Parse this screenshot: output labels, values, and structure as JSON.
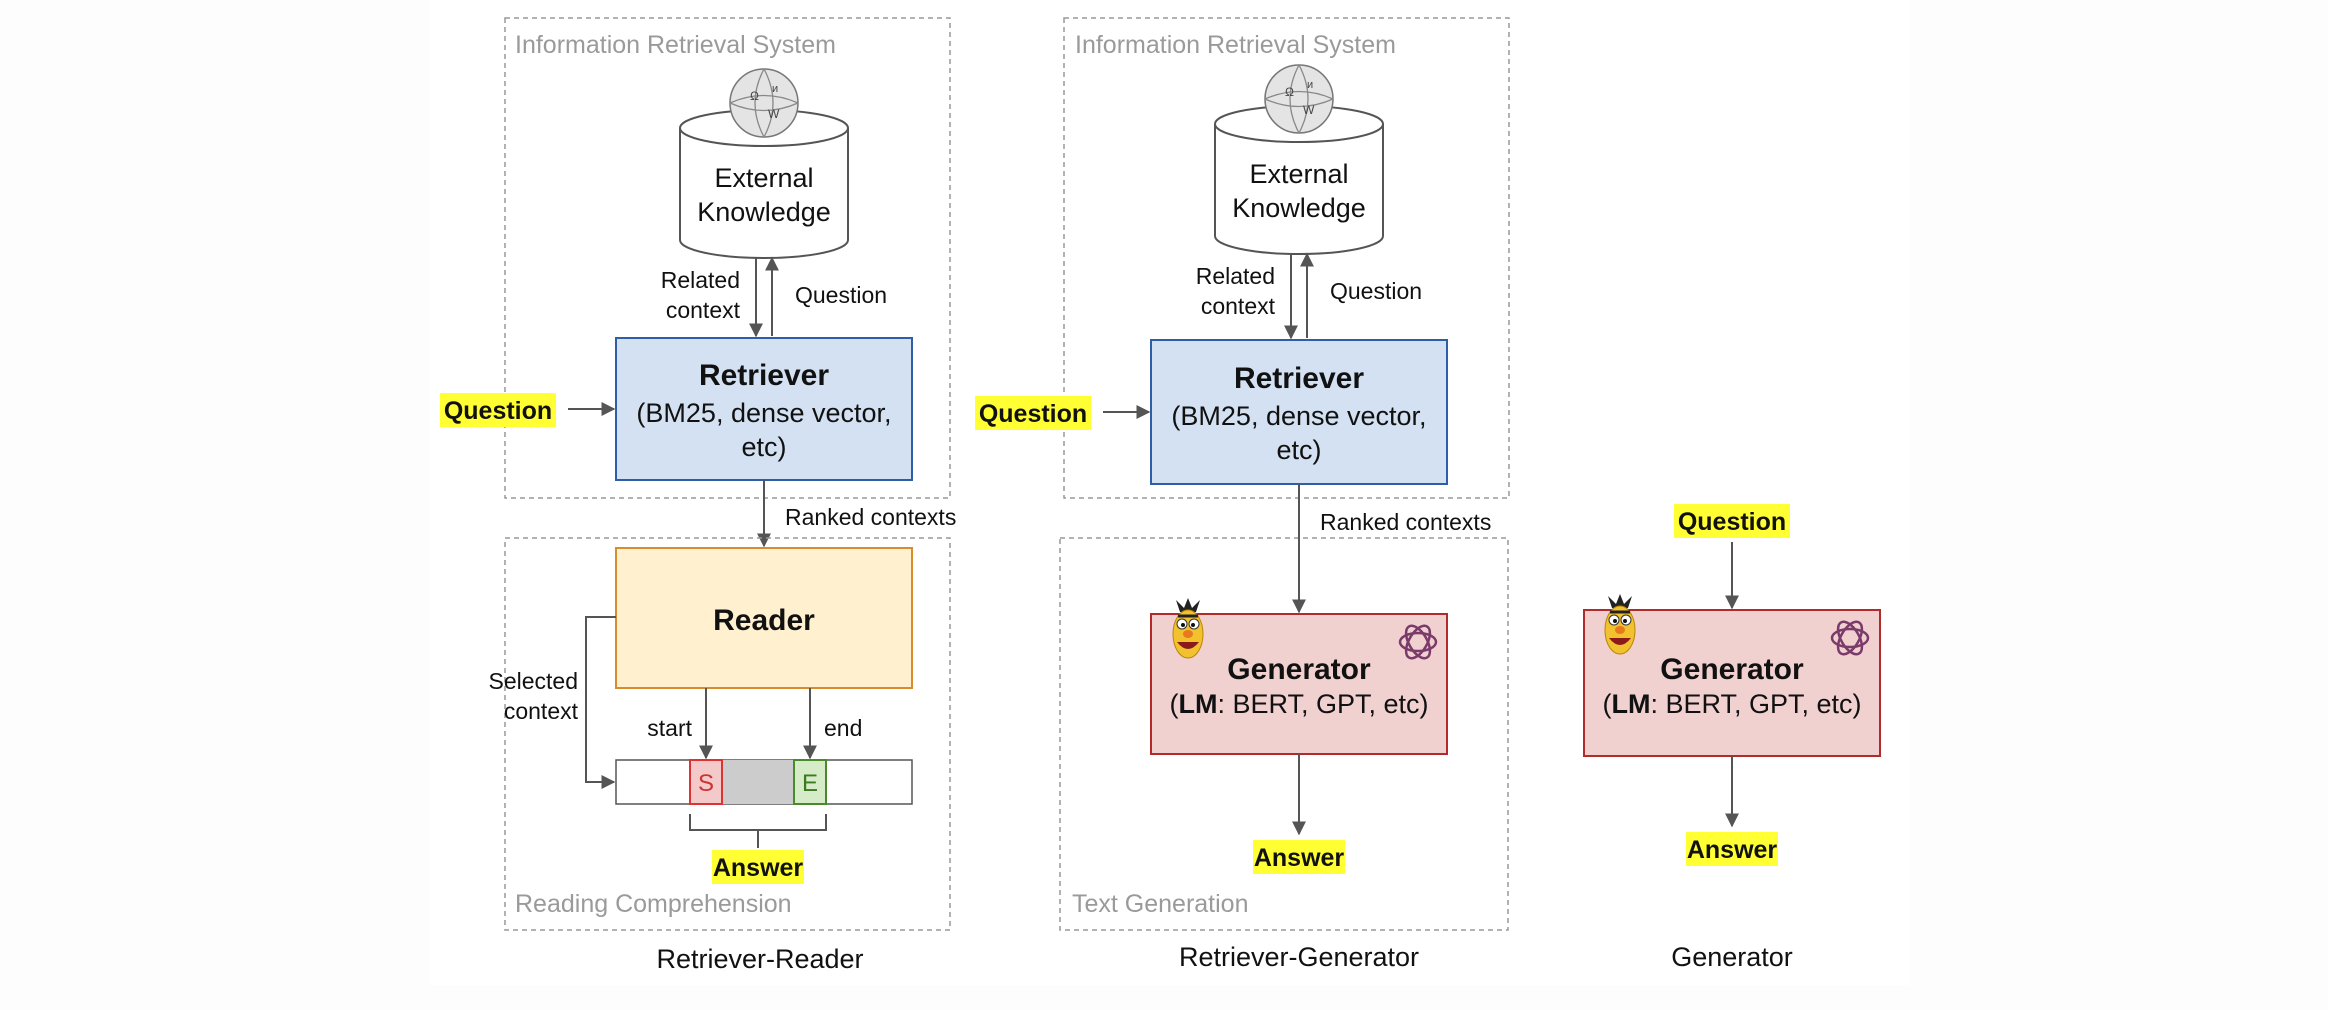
{
  "left": {
    "ir_system_label": "Information Retrieval System",
    "knowledge_line1": "External",
    "knowledge_line2": "Knowledge",
    "related_line1": "Related",
    "related_line2": "context",
    "question_edge": "Question",
    "retriever_title": "Retriever",
    "retriever_line2": "(BM25, dense vector,",
    "retriever_line3": "etc)",
    "question_input": "Question",
    "ranked_contexts": "Ranked contexts",
    "reader_title": "Reader",
    "selected_line1": "Selected",
    "selected_line2": "context",
    "start_label": "start",
    "end_label": "end",
    "s_marker": "S",
    "e_marker": "E",
    "answer": "Answer",
    "rc_label": "Reading Comprehension",
    "caption": "Retriever-Reader"
  },
  "middle": {
    "ir_system_label": "Information Retrieval System",
    "knowledge_line1": "External",
    "knowledge_line2": "Knowledge",
    "related_line1": "Related",
    "related_line2": "context",
    "question_edge": "Question",
    "retriever_title": "Retriever",
    "retriever_line2": "(BM25, dense vector,",
    "retriever_line3": "etc)",
    "question_input": "Question",
    "ranked_contexts": "Ranked contexts",
    "generator_title": "Generator",
    "generator_lm": "LM",
    "generator_rest": ": BERT, GPT, etc)",
    "generator_open": "(",
    "answer": "Answer",
    "tg_label": "Text Generation",
    "caption": "Retriever-Generator"
  },
  "right": {
    "question_input": "Question",
    "generator_title": "Generator",
    "generator_lm": "LM",
    "generator_rest": ": BERT, GPT, etc)",
    "generator_open": "(",
    "answer": "Answer",
    "caption": "Generator"
  },
  "icons": {
    "wikipedia": "wikipedia-globe-icon",
    "bert": "bert-muppet-icon",
    "openai": "openai-logo-icon"
  },
  "colors": {
    "retriever_fill": "#d4e1f2",
    "retriever_stroke": "#2f5ea8",
    "reader_fill": "#fff1cf",
    "reader_stroke": "#d98c2b",
    "generator_fill": "#f1d0d0",
    "generator_stroke": "#b32a2a",
    "highlight": "#ffff33",
    "region_label": "#999999"
  }
}
